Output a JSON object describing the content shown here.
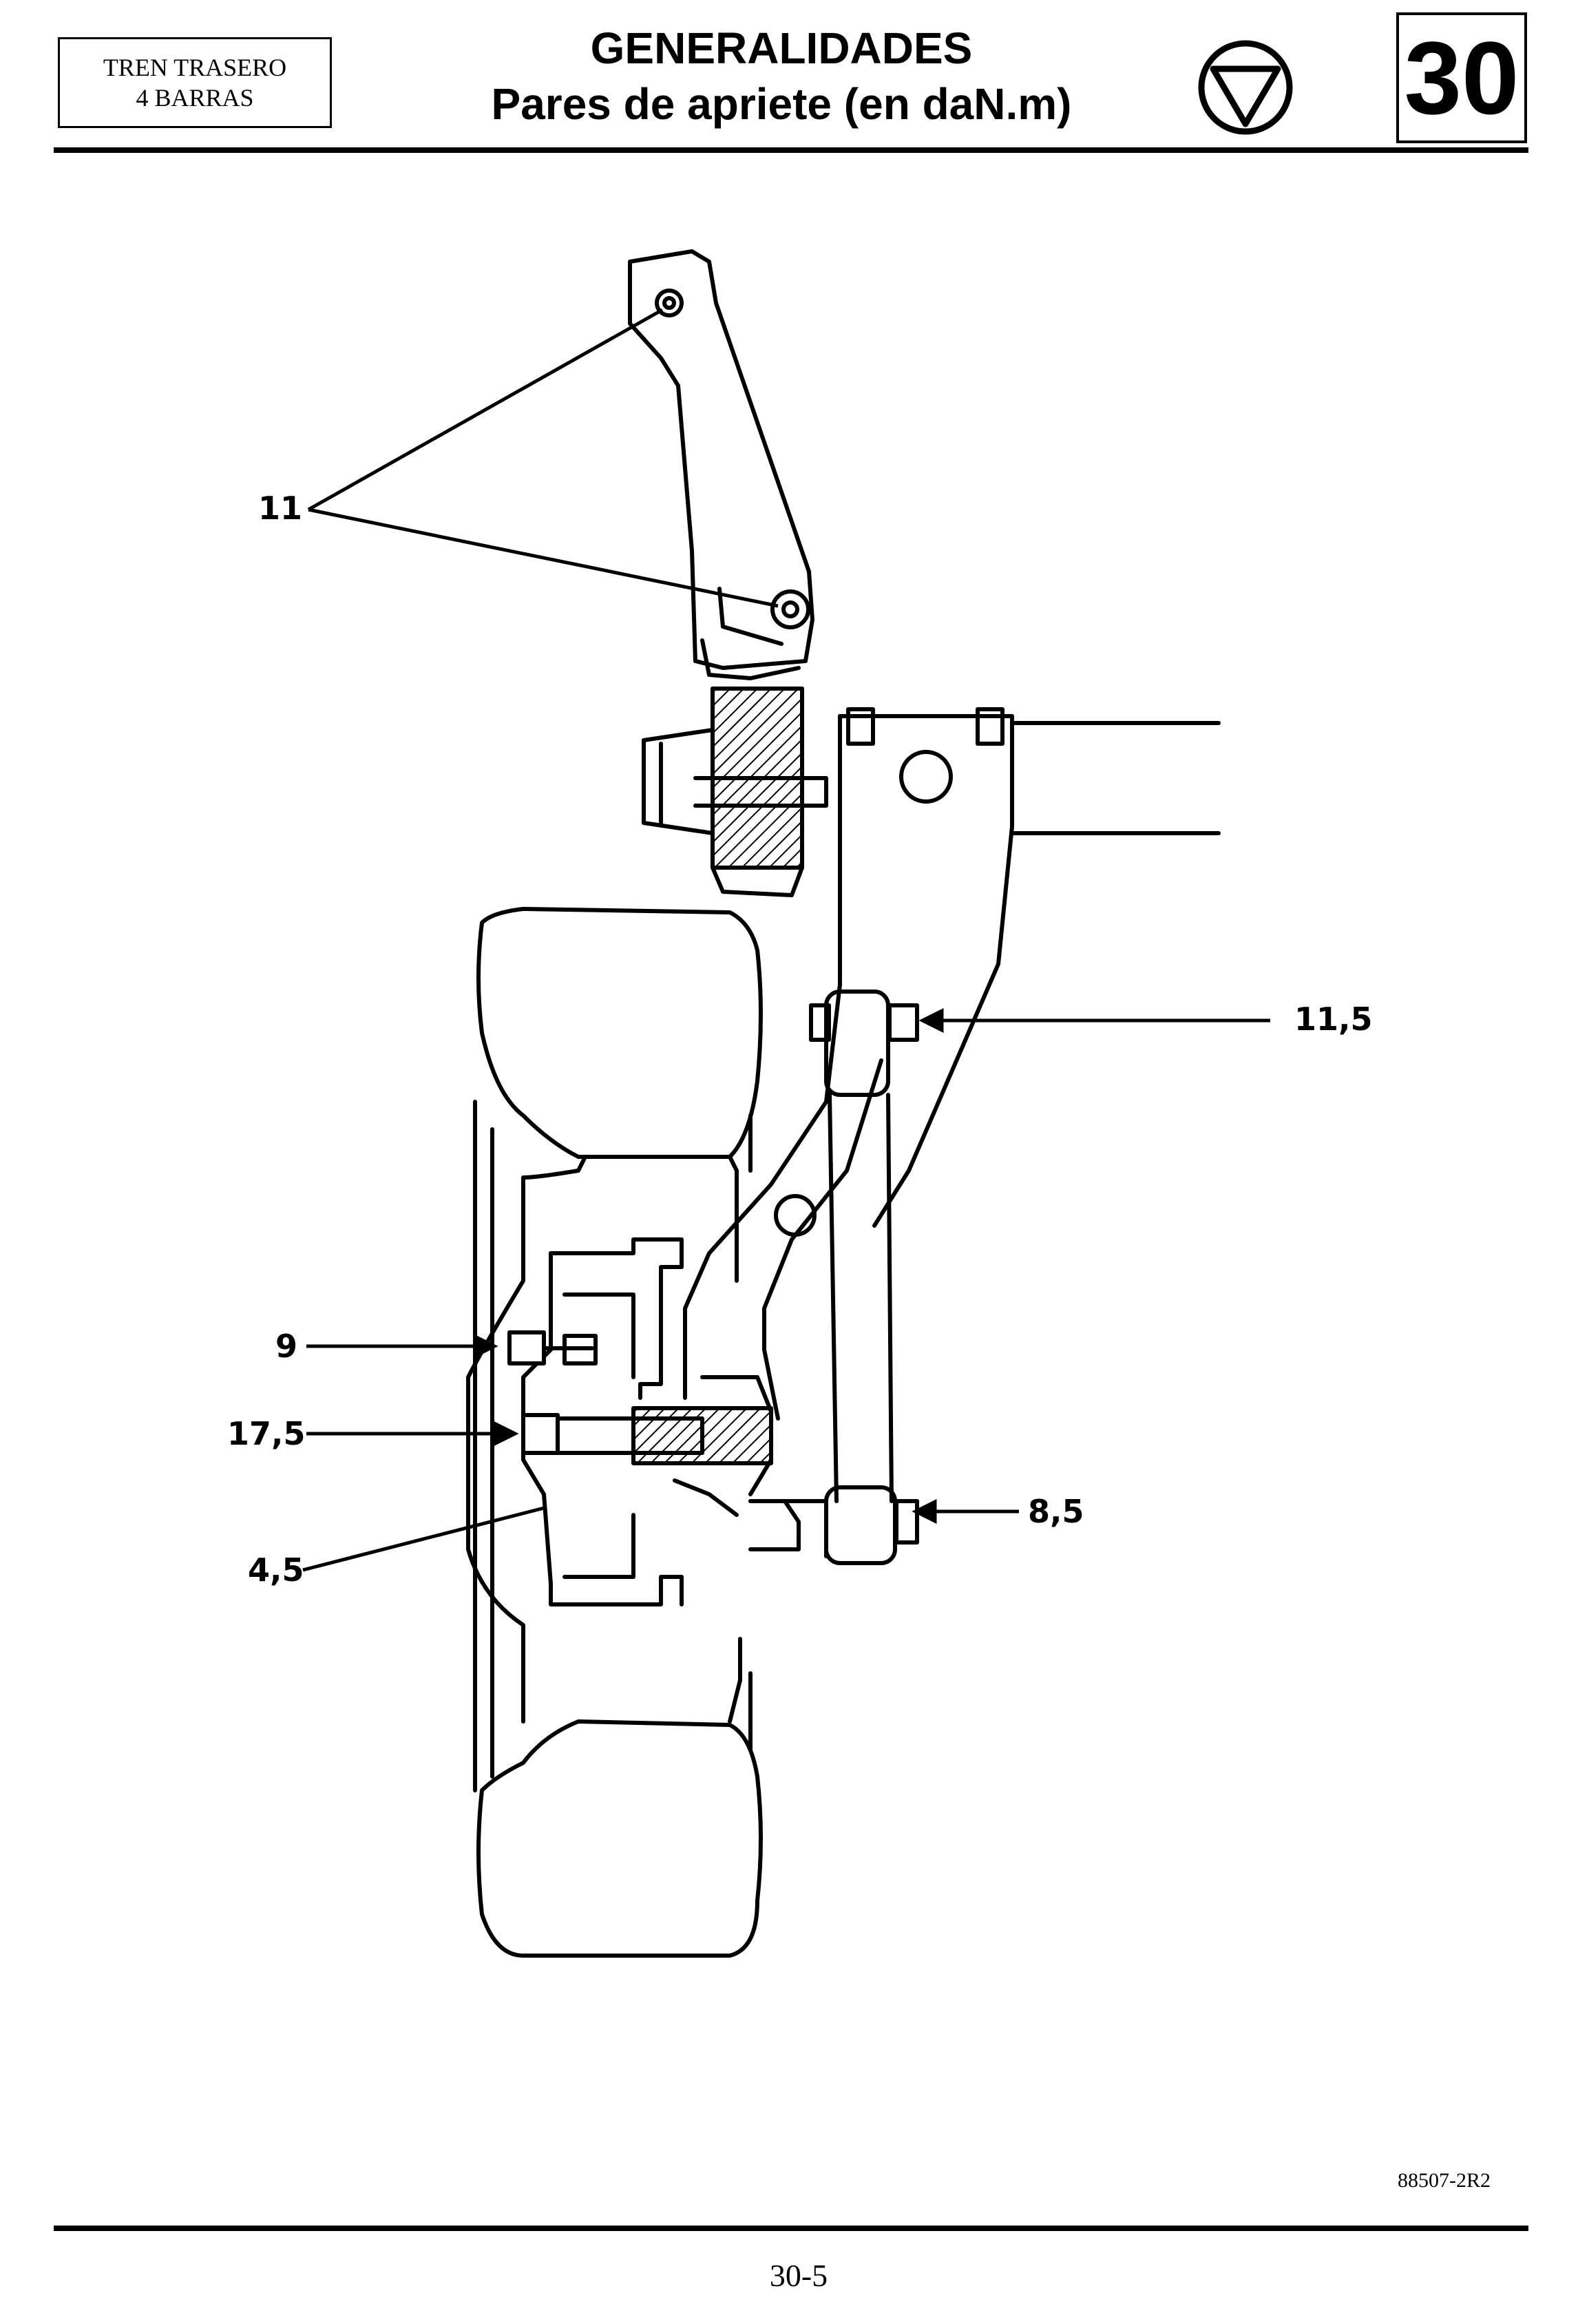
{
  "header": {
    "section_line1": "TREN TRASERO",
    "section_line2": "4 BARRAS",
    "title": "GENERALIDADES",
    "subtitle": "Pares de apriete (en daN.m)",
    "chapter": "30",
    "symbol_icon": "triangle-in-circle-icon"
  },
  "callouts": {
    "c1": "11",
    "c2": "11,5",
    "c3": "9",
    "c4": "17,5",
    "c5": "4,5",
    "c6": "8,5"
  },
  "footer": {
    "ref_code": "88507-2R2",
    "page": "30-5"
  }
}
